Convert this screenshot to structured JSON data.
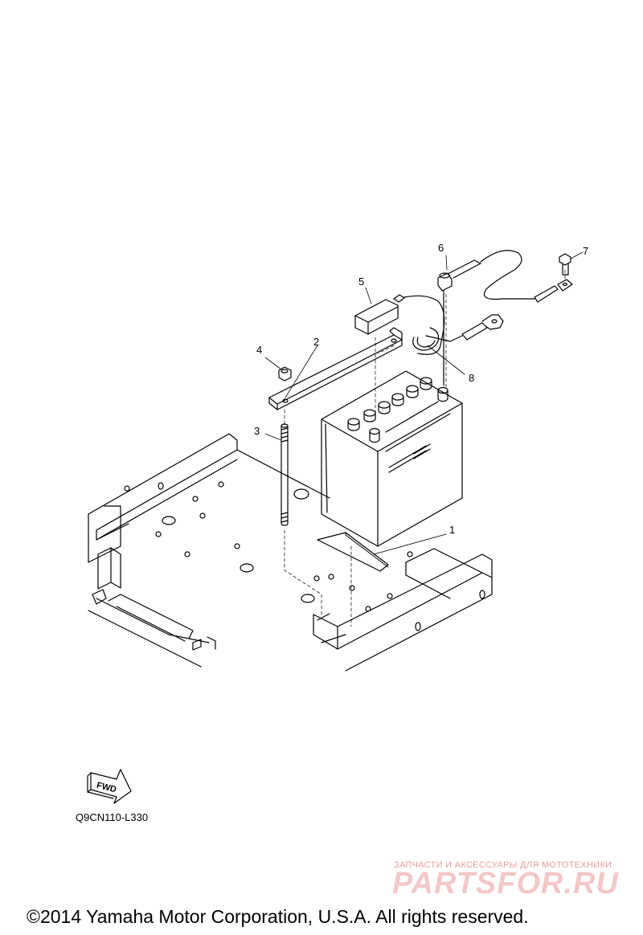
{
  "callouts": {
    "c1": "1",
    "c2": "2",
    "c3": "3",
    "c4": "4",
    "c5": "5",
    "c6": "6",
    "c7": "7",
    "c8": "8"
  },
  "fwd_label": "FWD",
  "diagram_code": "Q9CN110-L330",
  "watermark": {
    "tagline": "ЗАПЧАСТИ И АКСЕССУАРЫ ДЛЯ МОТОТЕХНИКИ",
    "logo_text": "PARTSFOR.RU"
  },
  "copyright": "©2014 Yamaha Motor Corporation, U.S.A. All rights reserved."
}
